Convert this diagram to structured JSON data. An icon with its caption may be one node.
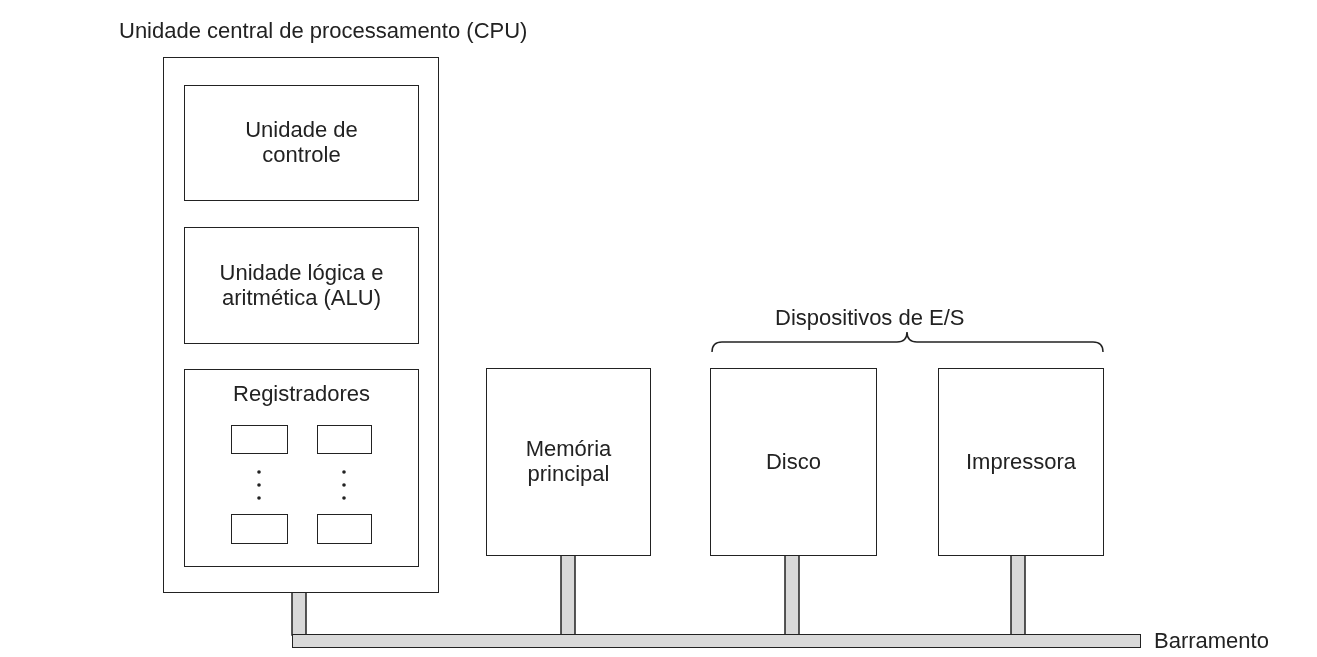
{
  "diagram": {
    "nodes": [
      {
        "text": [
          "Unidade central de processamento (CPU)"
        ]
      },
      {
        "text": [
          "Unidade de controle"
        ],
        "in": 0
      },
      {
        "text": [
          "Unidade lógica e aritmética (ALU)"
        ],
        "in": 0
      },
      {
        "text": [
          "Registradores"
        ],
        "in": 0
      },
      {
        "text": [],
        "shape": "box",
        "in": 3
      },
      {
        "text": [],
        "shape": "box",
        "in": 3
      },
      {
        "text": [],
        "shape": "box",
        "in": 3
      },
      {
        "text": [],
        "shape": "box",
        "in": 3
      },
      {
        "text": [
          "Memória principal"
        ]
      },
      {
        "text": [
          "Disco"
        ]
      },
      {
        "text": [
          "Impressora"
        ]
      },
      {
        "text": [],
        "shape": "bar",
        "beside": [
          "Barramento"
        ]
      }
    ],
    "edges": [
      {
        "from": 0,
        "to": 11,
        "arrow": "none",
        "style": "thick"
      },
      {
        "from": 8,
        "to": 11,
        "arrow": "none",
        "style": "thick"
      },
      {
        "from": 9,
        "to": 11,
        "arrow": "none",
        "style": "thick"
      },
      {
        "from": 10,
        "to": 11,
        "arrow": "none",
        "style": "thick"
      }
    ],
    "labels": [
      "Dispositivos de E/S"
    ]
  }
}
